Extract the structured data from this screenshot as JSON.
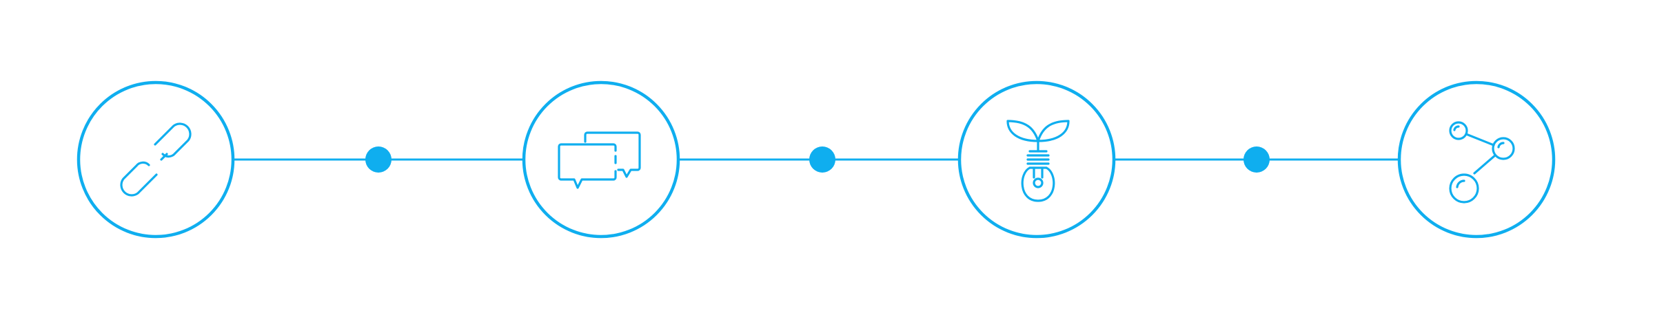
{
  "colors": {
    "accent": "#0FAEEF",
    "background": "#FFFFFF"
  },
  "steps": [
    {
      "icon": "link-icon"
    },
    {
      "icon": "chat-bubbles-icon"
    },
    {
      "icon": "seedling-lightbulb-icon"
    },
    {
      "icon": "share-nodes-icon"
    }
  ],
  "connectors": [
    {
      "from": 0,
      "to": 1,
      "has_dot": true
    },
    {
      "from": 1,
      "to": 2,
      "has_dot": true
    },
    {
      "from": 2,
      "to": 3,
      "has_dot": true
    }
  ]
}
